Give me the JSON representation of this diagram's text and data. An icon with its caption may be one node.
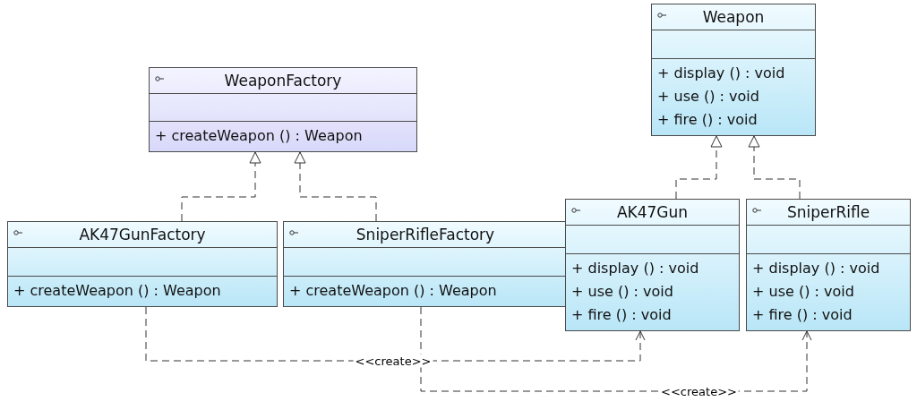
{
  "diagram": {
    "nodes": [
      {
        "text": [
          "Weapon",
          "+ display () : void",
          "+ use () : void",
          "+ fire () : void"
        ]
      },
      {
        "text": [
          "WeaponFactory",
          "+ createWeapon () : Weapon"
        ]
      },
      {
        "text": [
          "AK47GunFactory",
          "+ createWeapon () : Weapon"
        ]
      },
      {
        "text": [
          "SniperRifleFactory",
          "+ createWeapon () : Weapon"
        ]
      },
      {
        "text": [
          "AK47Gun",
          "+ display () : void",
          "+ use () : void",
          "+ fire () : void"
        ]
      },
      {
        "text": [
          "SniperRifle",
          "+ display () : void",
          "+ use () : void",
          "+ fire () : void"
        ]
      }
    ],
    "edges": [
      {
        "from": 2,
        "to": 1,
        "arrow": "to",
        "style": "dashed"
      },
      {
        "from": 3,
        "to": 1,
        "arrow": "to",
        "style": "dashed"
      },
      {
        "from": 4,
        "to": 0,
        "arrow": "to",
        "style": "dashed"
      },
      {
        "from": 5,
        "to": 0,
        "arrow": "to",
        "style": "dashed"
      },
      {
        "from": 2,
        "to": 4,
        "arrow": "to",
        "style": "dashed",
        "label": "<<create>>"
      },
      {
        "from": 3,
        "to": 5,
        "arrow": "to",
        "style": "dashed",
        "label": "<<create>>"
      }
    ]
  }
}
